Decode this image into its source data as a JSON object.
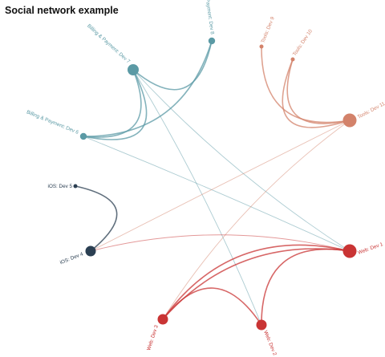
{
  "title": "Social network example",
  "colors": {
    "billing": "#5b9aa5",
    "ios": "#2b3f52",
    "tools": "#d3826a",
    "web": "#c93434"
  },
  "nodes": [
    {
      "id": "web1",
      "label": "Web: Dev 1",
      "group": "web"
    },
    {
      "id": "web2",
      "label": "Web: Dev 2",
      "group": "web"
    },
    {
      "id": "web3",
      "label": "Web: Dev 3",
      "group": "web"
    },
    {
      "id": "ios4",
      "label": "iOS: Dev 4",
      "group": "ios"
    },
    {
      "id": "ios5",
      "label": "iOS: Dev 5",
      "group": "ios"
    },
    {
      "id": "bill6",
      "label": "Billing & Payment: Dev 6",
      "group": "billing"
    },
    {
      "id": "bill7",
      "label": "Billing & Payment: Dev 7",
      "group": "billing"
    },
    {
      "id": "pay8",
      "label": "Payment: Dev 8",
      "group": "billing"
    },
    {
      "id": "tools9",
      "label": "Tools: Dev 9",
      "group": "tools"
    },
    {
      "id": "tools10",
      "label": "Tools: Dev 10",
      "group": "tools"
    },
    {
      "id": "tools11",
      "label": "Tools: Dev 11",
      "group": "tools"
    }
  ],
  "links": [
    {
      "source": "ios5",
      "target": "ios4"
    },
    {
      "source": "bill7",
      "target": "pay8"
    },
    {
      "source": "bill6",
      "target": "pay8"
    },
    {
      "source": "bill7",
      "target": "bill6"
    },
    {
      "source": "bill7",
      "target": "bill6"
    },
    {
      "source": "bill7",
      "target": "web1"
    },
    {
      "source": "bill6",
      "target": "web1"
    },
    {
      "source": "bill7",
      "target": "web2"
    },
    {
      "source": "tools9",
      "target": "tools11"
    },
    {
      "source": "tools10",
      "target": "tools11"
    },
    {
      "source": "tools10",
      "target": "tools11"
    },
    {
      "source": "tools11",
      "target": "ios4"
    },
    {
      "source": "tools11",
      "target": "web3"
    },
    {
      "source": "web1",
      "target": "ios4"
    },
    {
      "source": "web3",
      "target": "web1"
    },
    {
      "source": "web3",
      "target": "web1"
    },
    {
      "source": "web2",
      "target": "web1"
    },
    {
      "source": "web3",
      "target": "web2"
    }
  ]
}
